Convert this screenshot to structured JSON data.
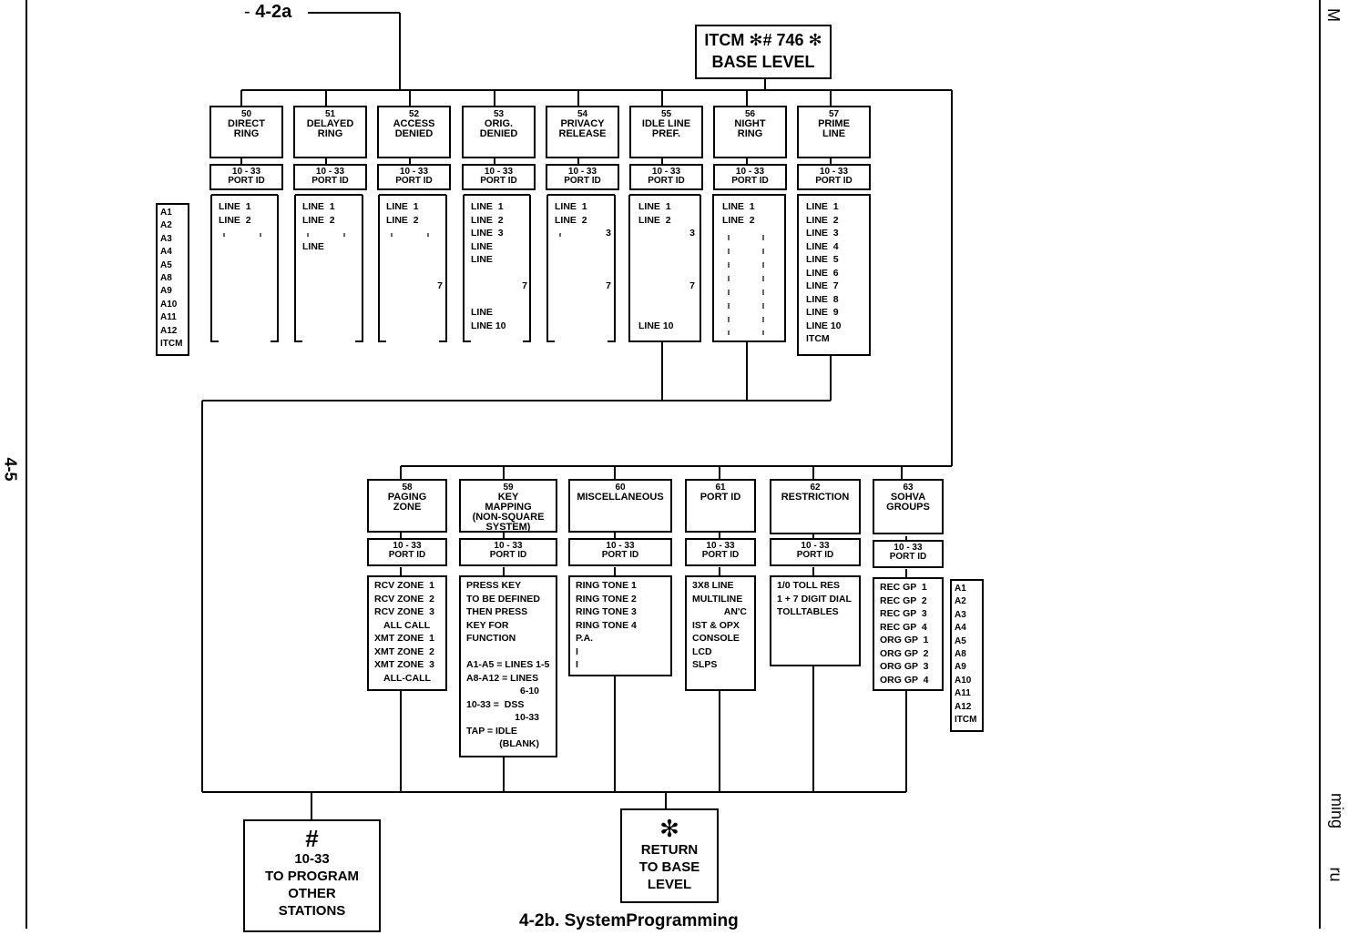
{
  "top_ref": "4-2a",
  "page_number": "4-5",
  "caption": "4-2b. SystemProgramming",
  "edge_letters": {
    "top": "M",
    "mid": "ming",
    "bottom": "ru"
  },
  "base": {
    "line1": "ITCM ✻# 746 ✻",
    "line2": "BASE LEVEL"
  },
  "left_labels": [
    "A1",
    "A2",
    "A3",
    "A4",
    "A5",
    "A8",
    "A9",
    "A10",
    "A11",
    "A12",
    "ITCM"
  ],
  "right_labels": [
    "A1",
    "A2",
    "A3",
    "A4",
    "A5",
    "A8",
    "A9",
    "A10",
    "A11",
    "A12",
    "ITCM"
  ],
  "port_id": {
    "range": "10 - 33",
    "label": "PORT ID"
  },
  "top_row": [
    {
      "num": "50",
      "title": [
        "DIRECT",
        "RING"
      ],
      "lines": [
        "LINE  1",
        "LINE  2"
      ]
    },
    {
      "num": "51",
      "title": [
        "DELAYED",
        "RING"
      ],
      "lines": [
        "LINE  1",
        "LINE  2",
        "",
        "LINE"
      ]
    },
    {
      "num": "52",
      "title": [
        "ACCESS",
        "DENIED"
      ],
      "lines": [
        "LINE  1",
        "LINE  2",
        "",
        "",
        "",
        "",
        "7"
      ]
    },
    {
      "num": "53",
      "title": [
        "ORIG.",
        "DENIED"
      ],
      "lines": [
        "LINE  1",
        "LINE  2",
        "LINE  3",
        "LINE",
        "LINE",
        "",
        "7",
        "",
        "LINE",
        "LINE 10"
      ]
    },
    {
      "num": "54",
      "title": [
        "PRIVACY",
        "RELEASE"
      ],
      "lines": [
        "LINE  1",
        "LINE  2",
        "3",
        "",
        "",
        "",
        "7"
      ]
    },
    {
      "num": "55",
      "title": [
        "IDLE LINE",
        "PREF."
      ],
      "lines": [
        "LINE  1",
        "LINE  2",
        "3",
        "",
        "",
        "",
        "7",
        "",
        "",
        "LINE 10"
      ]
    },
    {
      "num": "56",
      "title": [
        "NIGHT",
        "RING"
      ],
      "lines": [
        "LINE  1",
        "LINE  2"
      ]
    },
    {
      "num": "57",
      "title": [
        "PRIME",
        "LINE"
      ],
      "lines": [
        "LINE  1",
        "LINE  2",
        "LINE  3",
        "LINE  4",
        "LINE  5",
        "LINE  6",
        "LINE  7",
        "LINE  8",
        "LINE  9",
        "LINE 10",
        "ITCM"
      ]
    }
  ],
  "bottom_row": [
    {
      "num": "58",
      "title": [
        "PAGING",
        "ZONE"
      ],
      "lines": [
        "RCV ZONE  1",
        "RCV ZONE  2",
        "RCV ZONE  3",
        "ALL CALL",
        "XMT ZONE  1",
        "XMT ZONE  2",
        "XMT ZONE  3",
        "ALL-CALL"
      ]
    },
    {
      "num": "59",
      "title": [
        "KEY",
        "MAPPING",
        "(NON-SQUARE",
        "SYSTEM)"
      ],
      "lines": [
        "PRESS KEY",
        "TO BE DEFINED",
        "THEN PRESS",
        "KEY FOR",
        "FUNCTION",
        "",
        "A1-A5 = LINES 1-5",
        "A8-A12 = LINES",
        "6-10",
        "10-33 =  DSS",
        "10-33",
        "TAP = IDLE",
        "(BLANK)"
      ]
    },
    {
      "num": "60",
      "title": [
        "MISCELLANEOUS"
      ],
      "lines": [
        "RING TONE 1",
        "RING TONE 2",
        "RING TONE 3",
        "RING TONE 4",
        "P.A.",
        "I",
        "I"
      ]
    },
    {
      "num": "61",
      "title": [
        "PORT ID"
      ],
      "lines": [
        "3X8 LINE",
        "MULTILINE",
        "AN'C",
        "IST & OPX",
        "CONSOLE",
        "LCD",
        "SLPS"
      ]
    },
    {
      "num": "62",
      "title": [
        "RESTRICTION"
      ],
      "lines": [
        "1/0 TOLL RES",
        "1 + 7 DIGIT DIAL",
        "TOLLTABLES"
      ]
    },
    {
      "num": "63",
      "title": [
        "SOHVA",
        "GROUPS"
      ],
      "lines": [
        "REC GP  1",
        "REC GP  2",
        "REC GP  3",
        "REC GP  4",
        "ORG GP  1",
        "ORG GP  2",
        "ORG GP  3",
        "ORG GP  4"
      ]
    }
  ],
  "exit_hash": {
    "symbol": "#",
    "lines": [
      "10-33",
      "TO PROGRAM",
      "OTHER",
      "STATIONS"
    ]
  },
  "exit_star": {
    "symbol": "✻",
    "lines": [
      "RETURN",
      "TO BASE",
      "LEVEL"
    ]
  }
}
